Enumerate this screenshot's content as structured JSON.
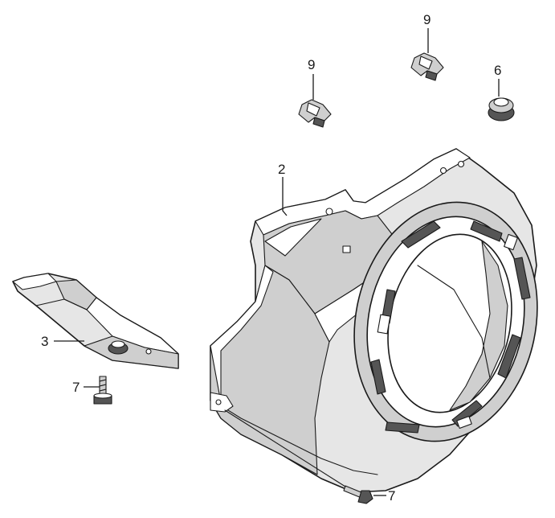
{
  "callouts": {
    "clip_left": "9",
    "clip_right": "9",
    "grommet": "6",
    "fan_cover": "2",
    "cover_plate": "3",
    "bolt_left": "7",
    "bolt_bottom": "7"
  }
}
